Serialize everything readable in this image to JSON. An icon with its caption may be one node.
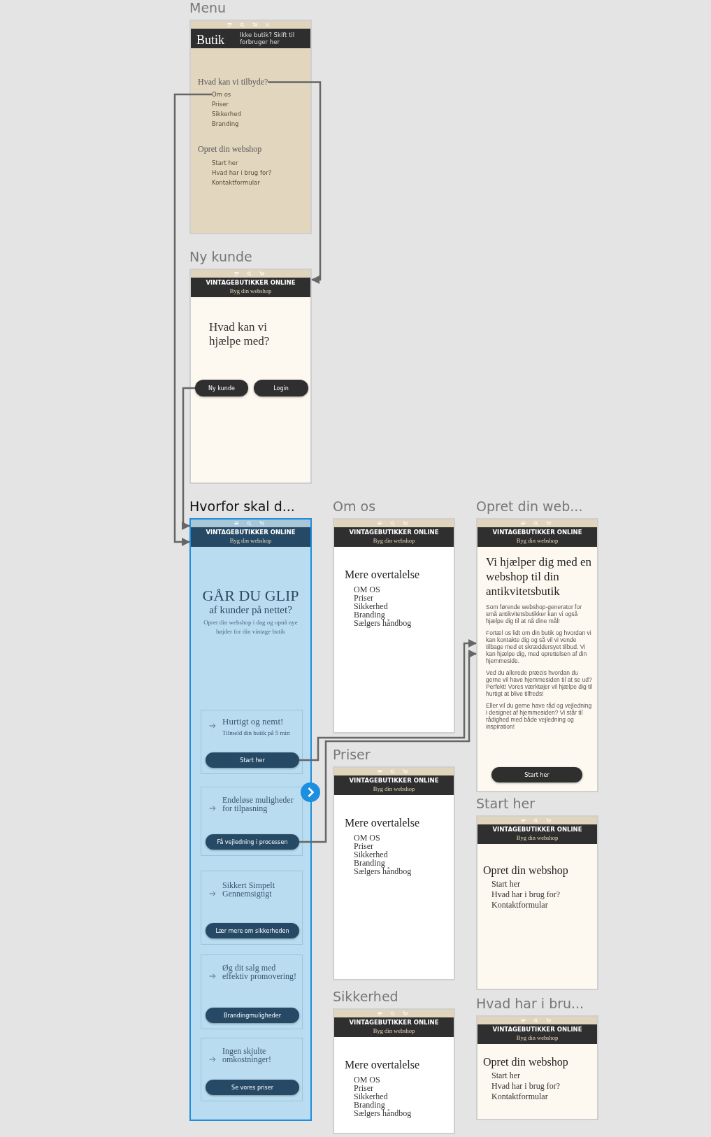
{
  "diagram": {
    "nodes": [
      {
        "text": [
          "Menu",
          "Butik",
          "Ikke butik? Skift til forbruger her",
          "Priser",
          "Sikkerhed",
          "Branding",
          "Opret din webshop",
          "Start her",
          "Hvad har i brug for?",
          "Kontaktformular"
        ]
      },
      {
        "text": [
          "Hvad kan vi tilbyde?"
        ],
        "in": 0
      },
      {
        "text": [
          "Om os"
        ],
        "in": 0
      },
      {
        "text": [
          "Ny kunde",
          "VINTAGEBUTIKKER ONLINE",
          "Byg din webshop",
          "Hvad kan vi hjælpe med?"
        ]
      },
      {
        "text": [
          "Ny kunde"
        ],
        "in": 3
      },
      {
        "text": [
          "Login"
        ],
        "in": 3
      },
      {
        "text": [
          "Hvorfor skal d...",
          "VINTAGEBUTIKKER ONLINE",
          "Byg din webshop",
          "GÅR DU GLIP",
          "af kunder på nettet?",
          "Opret din webshop i dag og opnå nye højder for din vintage butik"
        ]
      },
      {
        "text": [
          "Hurtigt og nemt!",
          "Tilmeld din butik på 5 min"
        ],
        "in": 6
      },
      {
        "text": [
          "Start her"
        ],
        "in": 7
      },
      {
        "text": [
          "Endeløse muligheder for tilpasning"
        ],
        "in": 6
      },
      {
        "text": [
          "Få vejledning i processen"
        ],
        "in": 9
      },
      {
        "text": [
          "Sikkert Simpelt Gennemsigtigt"
        ],
        "in": 6
      },
      {
        "text": [
          "Lær mere om sikkerheden"
        ],
        "in": 11
      },
      {
        "text": [
          "Øg dit salg med effektiv promovering!"
        ],
        "in": 6
      },
      {
        "text": [
          "Brandingmuligheder"
        ],
        "in": 13
      },
      {
        "text": [
          "Ingen skjulte omkostninger!"
        ],
        "in": 6
      },
      {
        "text": [
          "Se vores priser"
        ],
        "in": 15
      },
      {
        "text": [
          "Om os",
          "VINTAGEBUTIKKER ONLINE",
          "Byg din webshop",
          "Mere overtalelse",
          "OM OS",
          "Priser",
          "Sikkerhed",
          "Branding",
          "Sælgers håndbog"
        ]
      },
      {
        "text": [
          "Priser",
          "VINTAGEBUTIKKER ONLINE",
          "Byg din webshop",
          "Mere overtalelse",
          "OM OS",
          "Priser",
          "Sikkerhed",
          "Branding",
          "Sælgers håndbog"
        ]
      },
      {
        "text": [
          "Sikkerhed",
          "VINTAGEBUTIKKER ONLINE",
          "Byg din webshop",
          "Mere overtalelse",
          "OM OS",
          "Priser",
          "Sikkerhed",
          "Branding",
          "Sælgers håndbog"
        ]
      },
      {
        "text": [
          "Opret din web...",
          "VINTAGEBUTIKKER ONLINE",
          "Byg din webshop",
          "Vi hjælper dig med en webshop til din antikvitetsbutik",
          "Som førende webshop-generator for små antikvitetsbutikker kan vi også hjælpe dig til at nå dine mål!",
          "Fortæl os lidt om din butik og hvordan vi kan kontakte dig og så vil vi vende tilbage med et skræddersyet tilbud. Vi kan hjælpe dig, med oprettelsen af din hjemmeside.",
          "Ved du allerede præcis hvordan du gerne vil have hjemmesiden til at se ud? Perfekt! Vores værktøjer vil hjælpe dig til hurtigt at blive tilfreds!",
          "Eller vil du gerne have råd og vejledning i designet af hjemmesiden? Vi står til rådighed med både vejledning og inspiration!"
        ]
      },
      {
        "text": [
          "Start her"
        ],
        "in": 20
      },
      {
        "text": [
          "Start her",
          "VINTAGEBUTIKKER ONLINE",
          "Byg din webshop",
          "Opret din webshop",
          "Start her",
          "Hvad har i brug for?",
          "Kontaktformular"
        ]
      },
      {
        "text": [
          "Hvad har i bru...",
          "VINTAGEBUTIKKER ONLINE",
          "Byg din webshop",
          "Opret din webshop",
          "Start her",
          "Hvad har i brug for?",
          "Kontaktformular"
        ]
      }
    ],
    "edges": [
      {
        "from": 2,
        "to": 6,
        "arrow": "to"
      },
      {
        "from": 1,
        "to": 3,
        "arrow": "to"
      },
      {
        "from": 4,
        "to": 6,
        "arrow": "to"
      },
      {
        "from": 8,
        "to": 20,
        "arrow": "to"
      },
      {
        "from": 10,
        "to": 20,
        "arrow": "to"
      }
    ]
  }
}
